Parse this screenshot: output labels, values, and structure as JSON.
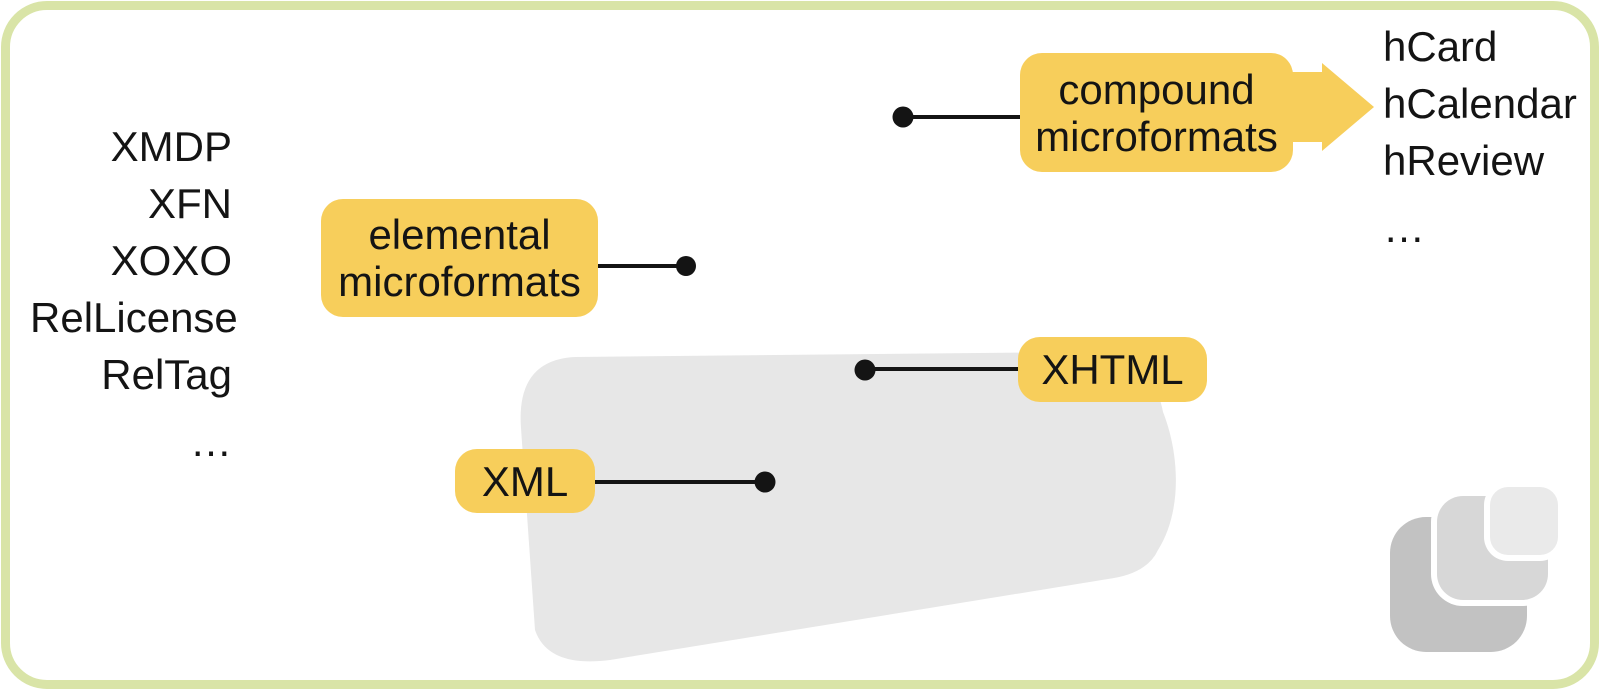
{
  "diagram": {
    "left_list": {
      "items": [
        "XMDP",
        "XFN",
        "XOXO",
        "RelLicense",
        "RelTag",
        "…"
      ]
    },
    "right_list": {
      "items": [
        "hCard",
        "hCalendar",
        "hReview",
        "…"
      ]
    },
    "labels": {
      "elemental": {
        "line1": "elemental",
        "line2": "microformats"
      },
      "compound": {
        "line1": "compound",
        "line2": "microformats"
      },
      "xhtml": "XHTML",
      "xml": "XML"
    },
    "colors": {
      "label_bg": "#F7CE5B",
      "blob": "#E7E7E7",
      "frame": "#D9E4A7",
      "connector": "#141414",
      "text": "#141414",
      "logo_dark": "#C2C2C2",
      "logo_mid": "#D7D7D7",
      "logo_light": "#EAEAEA",
      "canvas_bg": "#FFFFFF"
    }
  }
}
